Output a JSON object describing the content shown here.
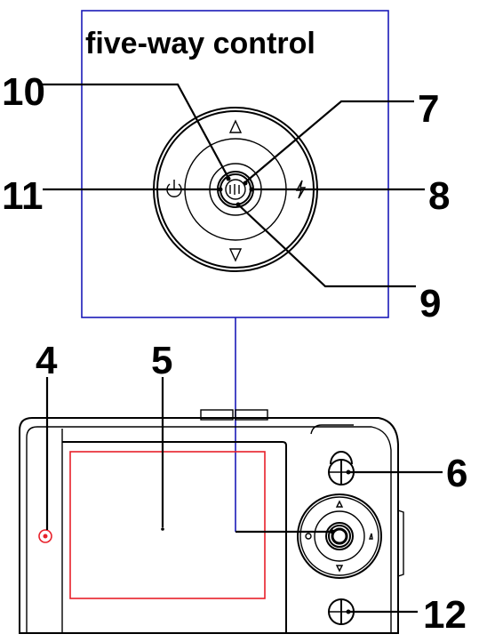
{
  "title": "five-way control",
  "callouts": {
    "c4": "4",
    "c5": "5",
    "c6": "6",
    "c7": "7",
    "c8": "8",
    "c9": "9",
    "c10": "10",
    "c11": "11",
    "c12": "12"
  },
  "icons": {
    "up": "up-triangle-icon",
    "down": "down-triangle-icon",
    "left": "power-icon",
    "right": "flash-icon",
    "center": "ok-button-icon"
  },
  "colors": {
    "frame": "#1a1ab8",
    "screen_outline": "#e8202a",
    "led": "#e8202a",
    "ink": "#000000"
  }
}
